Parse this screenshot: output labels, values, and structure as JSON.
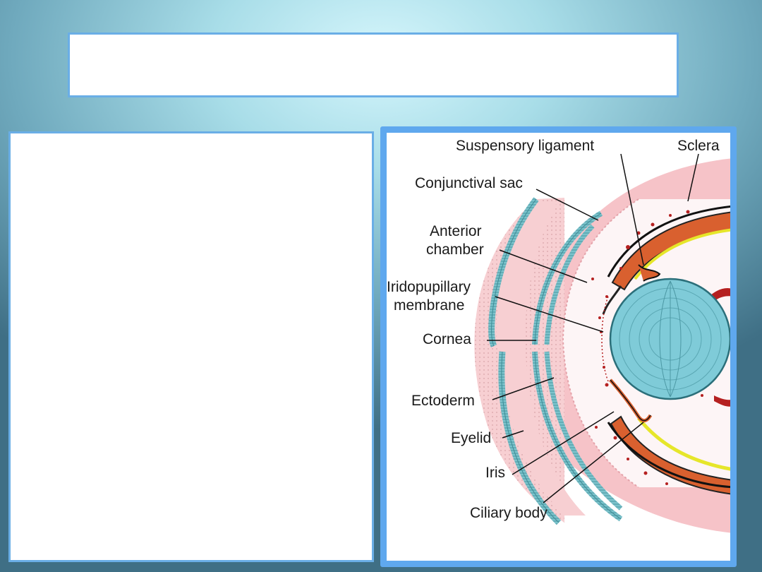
{
  "slide": {
    "title": "",
    "body_text": ""
  },
  "figure": {
    "labels": {
      "suspensory_ligament": "Suspensory ligament",
      "sclera": "Sclera",
      "conjunctival_sac": "Conjunctival sac",
      "anterior_line1": "Anterior",
      "anterior_line2": "chamber",
      "irido_line1": "Iridopupillary",
      "irido_line2": "membrane",
      "cornea": "Cornea",
      "ectoderm": "Ectoderm",
      "eyelid": "Eyelid",
      "iris": "Iris",
      "ciliary_body": "Ciliary body"
    },
    "colors": {
      "eyelid_pink": "#f7cfd2",
      "sclera_pink": "#f6c3c8",
      "ectoderm_teal": "#7cc3cc",
      "lens_blue": "#7fcbd8",
      "ciliary_orange": "#d9602f",
      "yellow_layer": "#e6e62a",
      "red_dots": "#b52020",
      "frame_blue": "#5fa8ee"
    }
  }
}
